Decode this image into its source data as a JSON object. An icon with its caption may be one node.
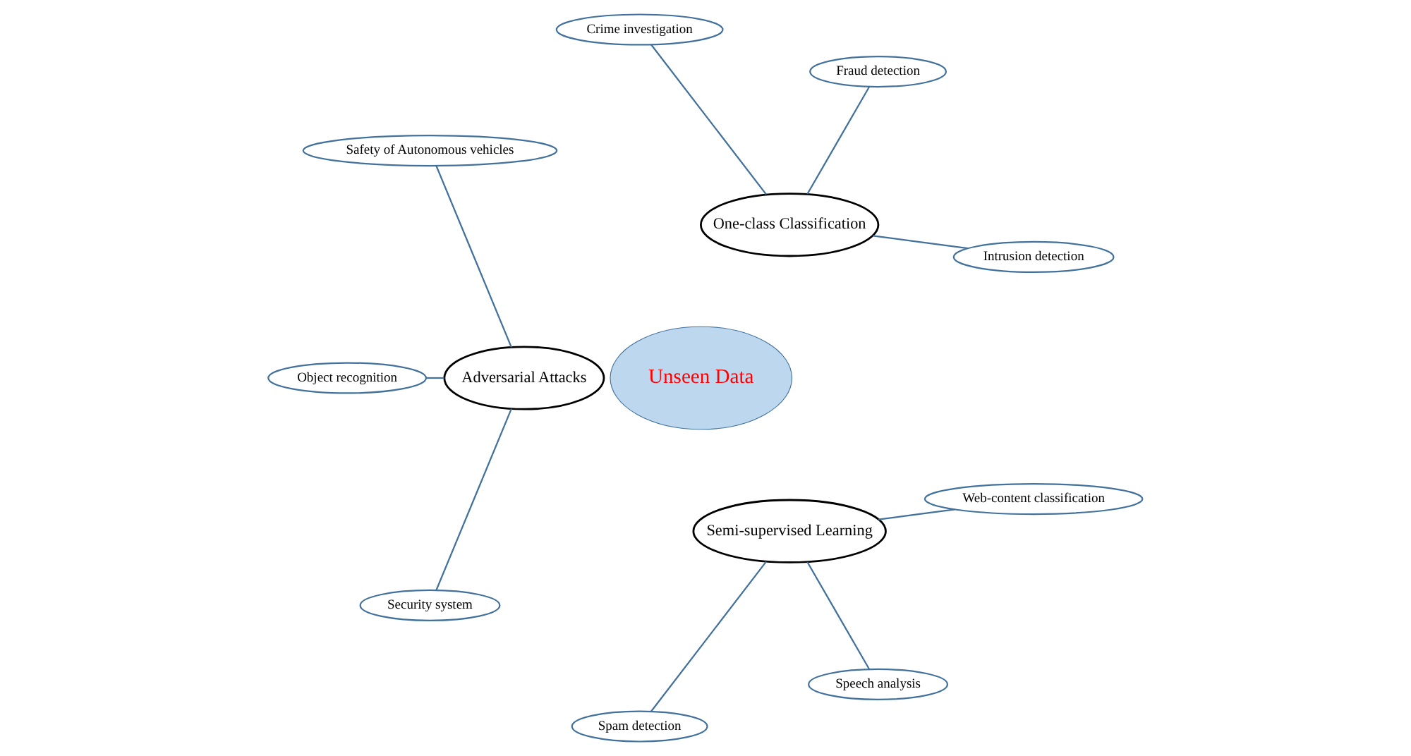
{
  "diagram": {
    "nodes": [
      {
        "text": [
          "Unseen Data"
        ]
      },
      {
        "text": [
          "One-class Classification"
        ]
      },
      {
        "text": [
          "Intrusion detection"
        ]
      },
      {
        "text": [
          "Fraud detection"
        ]
      },
      {
        "text": [
          "Crime investigation"
        ]
      },
      {
        "text": [
          "Adversarial Attacks"
        ]
      },
      {
        "text": [
          "Safety of Autonomous vehicles"
        ]
      },
      {
        "text": [
          "Object recognition"
        ]
      },
      {
        "text": [
          "Security system"
        ]
      },
      {
        "text": [
          "Semi-supervised Learning"
        ]
      },
      {
        "text": [
          "Spam detection"
        ]
      },
      {
        "text": [
          "Speech analysis"
        ]
      },
      {
        "text": [
          "Web-content classification"
        ]
      }
    ],
    "edges": [
      {
        "from": 2,
        "to": 1,
        "arrow": "none"
      },
      {
        "from": 3,
        "to": 1,
        "arrow": "none"
      },
      {
        "from": 4,
        "to": 1,
        "arrow": "none"
      },
      {
        "from": 6,
        "to": 5,
        "arrow": "none"
      },
      {
        "from": 7,
        "to": 5,
        "arrow": "none"
      },
      {
        "from": 8,
        "to": 5,
        "arrow": "none"
      },
      {
        "from": 10,
        "to": 9,
        "arrow": "none"
      },
      {
        "from": 11,
        "to": 9,
        "arrow": "none"
      },
      {
        "from": 12,
        "to": 9,
        "arrow": "none"
      }
    ]
  }
}
